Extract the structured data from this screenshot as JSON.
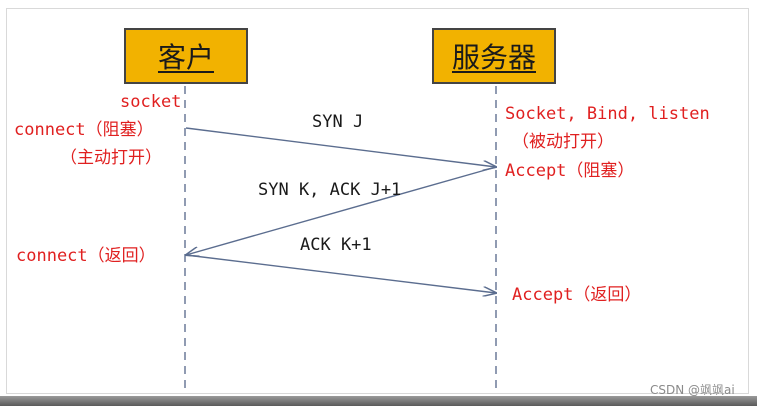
{
  "actors": {
    "client": "客户",
    "server": "服务器"
  },
  "client_labels": {
    "socket": "socket",
    "connect_block": "connect（阻塞）",
    "active_open": "（主动打开）",
    "connect_return": "connect（返回）"
  },
  "server_labels": {
    "socket_bind_listen": "Socket, Bind, listen",
    "passive_open": "（被动打开）",
    "accept_block": "Accept（阻塞）",
    "accept_return": "Accept（返回）"
  },
  "messages": {
    "syn": "SYN J",
    "synack": "SYN K, ACK J+1",
    "ack": "ACK K+1"
  },
  "colors": {
    "box_fill": "#f2b200",
    "annotation": "#e02020",
    "arrow": "#5b6d8f",
    "lifeline": "#6b7a99"
  },
  "watermark": "CSDN @飒飒ai"
}
